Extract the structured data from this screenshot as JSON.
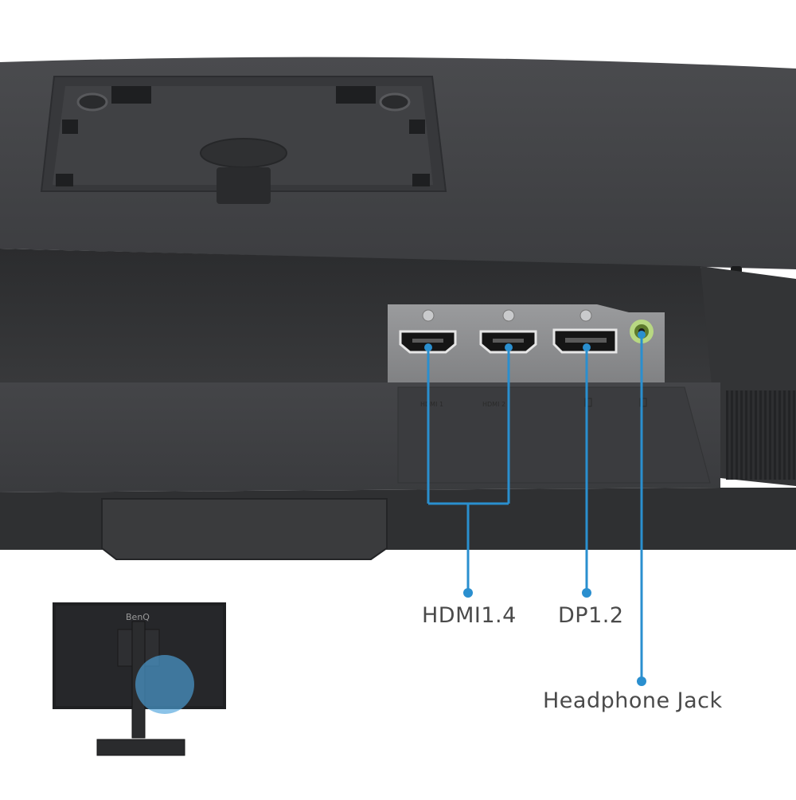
{
  "callouts": {
    "hdmi": "HDMI1.4",
    "dp": "DP1.2",
    "headphone": "Headphone Jack"
  },
  "port_labels": {
    "hdmi1": "HDMI 1",
    "hdmi2": "HDMI 2"
  },
  "thumbnail": {
    "brand": "BenQ"
  },
  "colors": {
    "callout_line": "#2a8fcf",
    "headphone_ring": "#a8cf6a",
    "monitor_body": "#3a3b3d",
    "port_panel": "#8d8e90",
    "highlight": "#4da3dc"
  }
}
